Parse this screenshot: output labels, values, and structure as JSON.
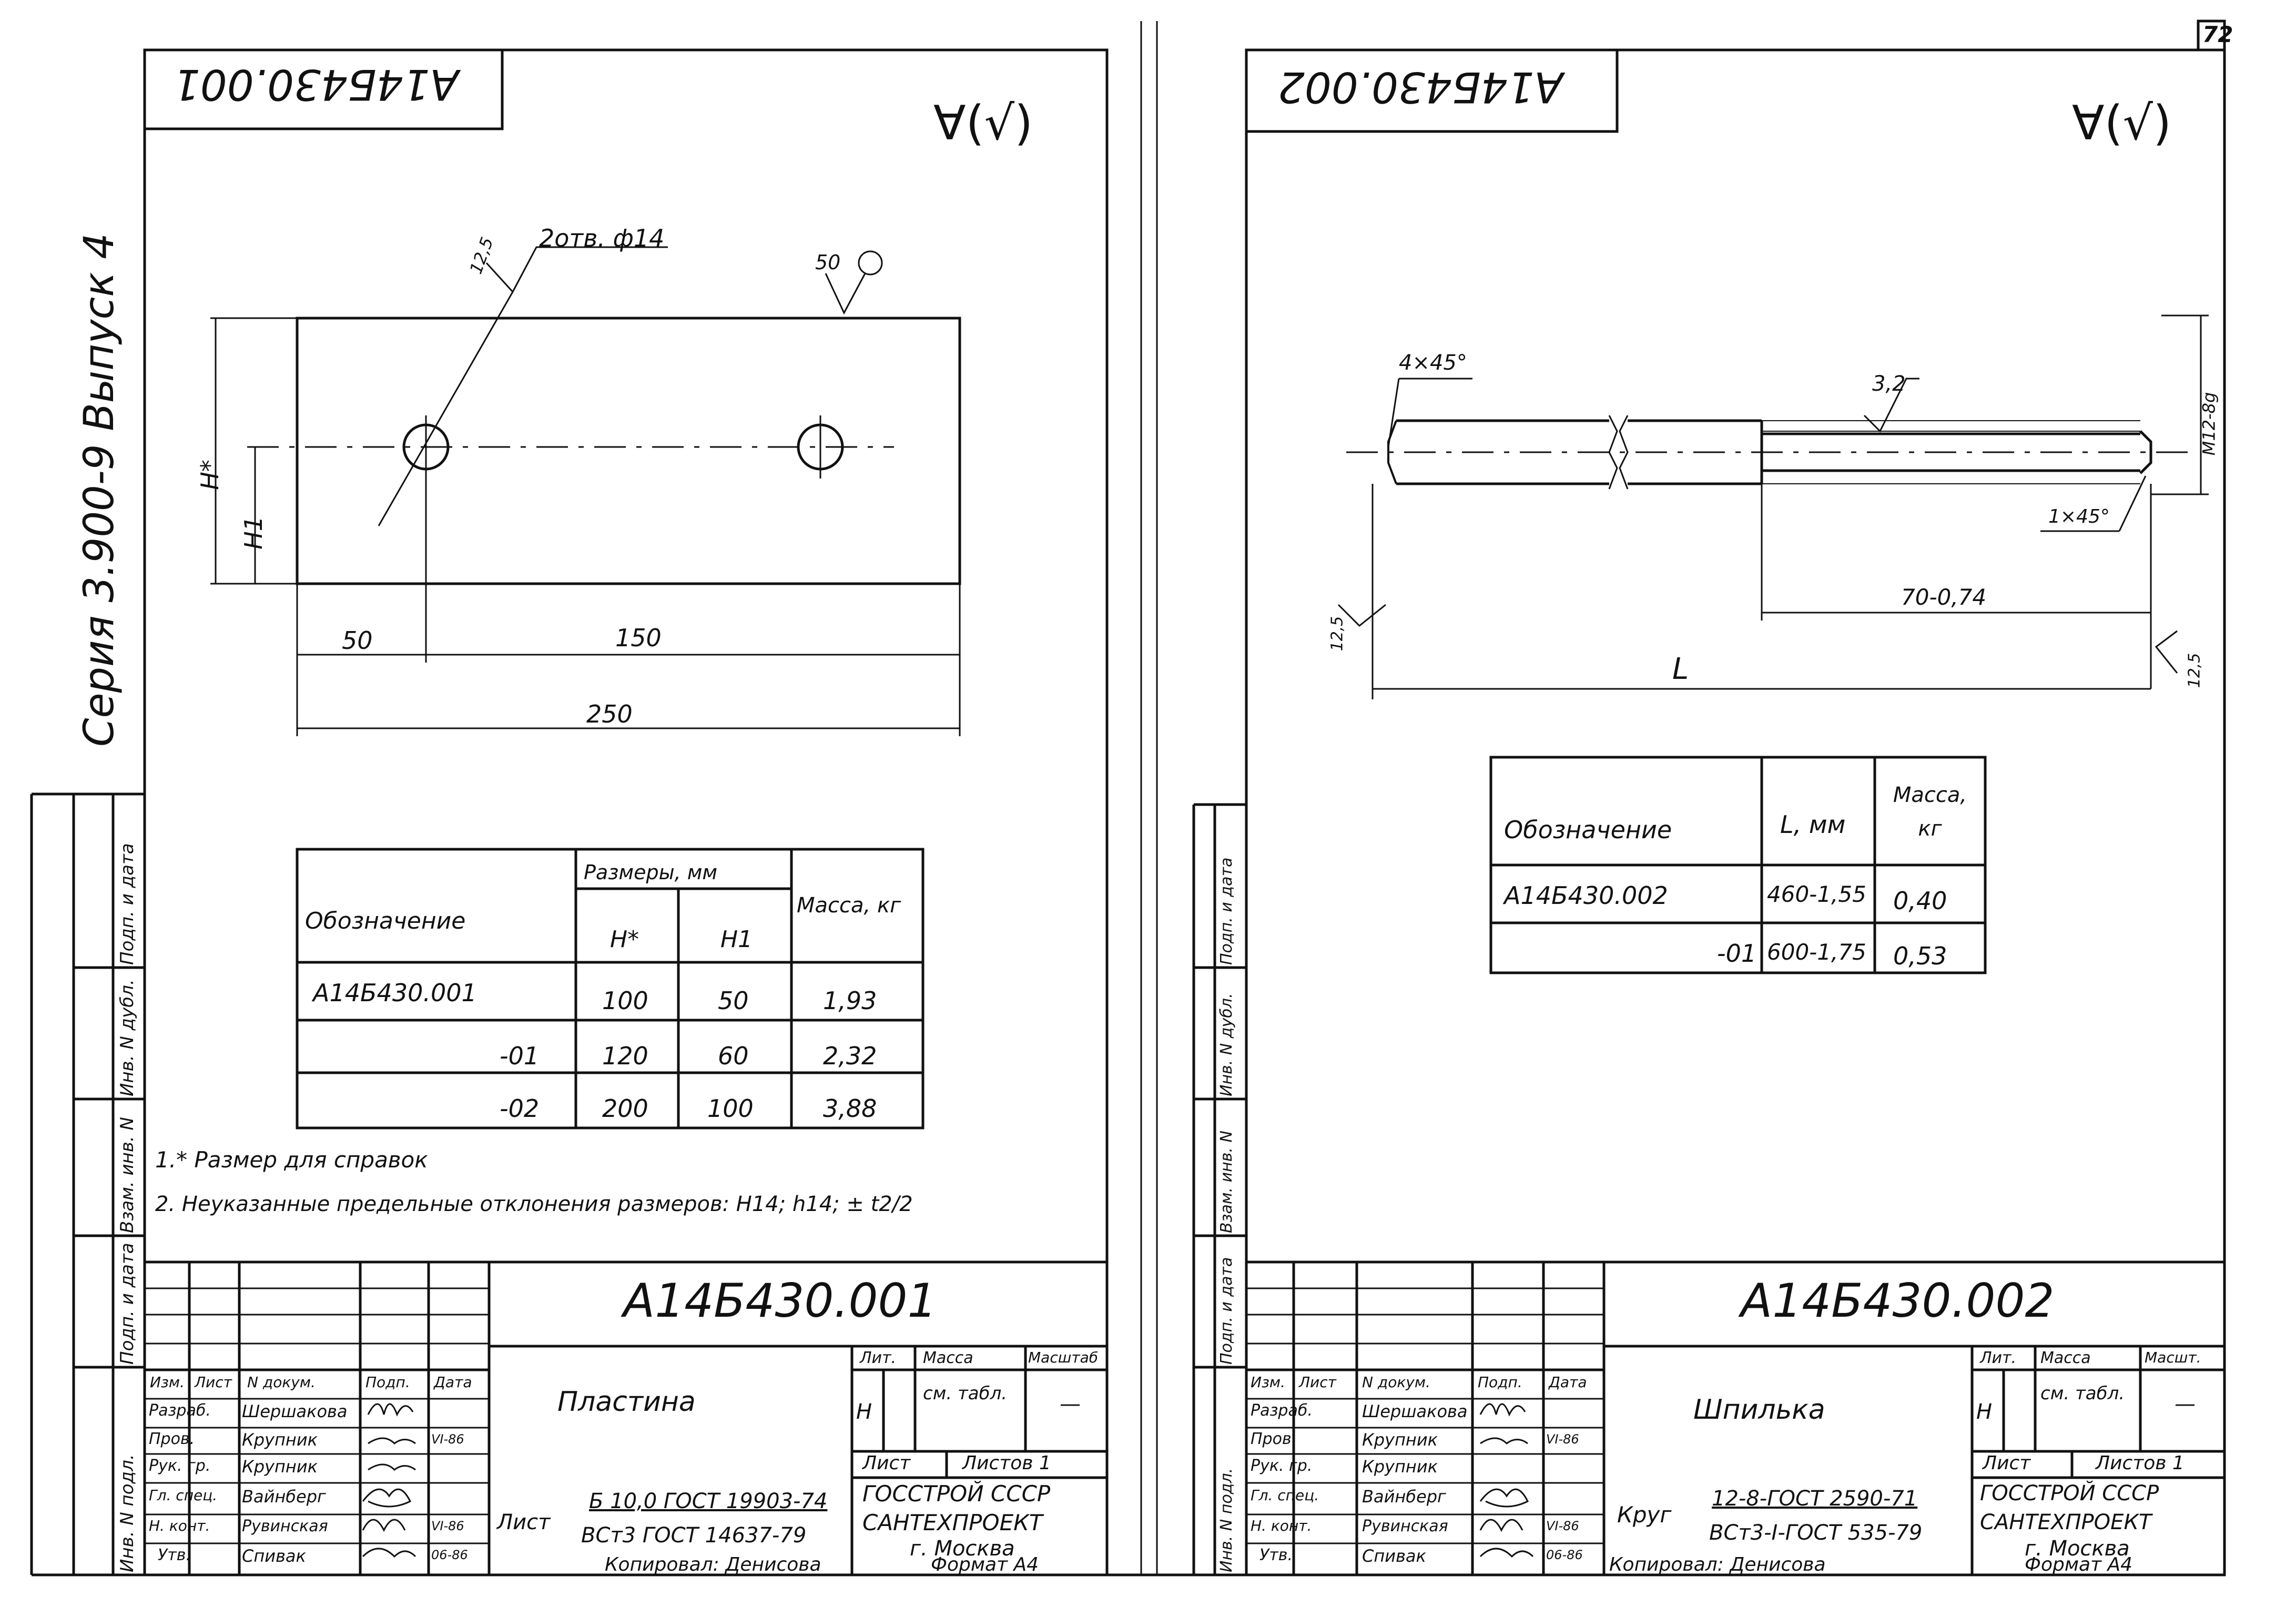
{
  "page_number": "72",
  "series_label": "Серия 3.900-9 Выпуск 4",
  "left_margin_labels": [
    "Инв. N подл.",
    "Подп. и дата",
    "Взам. инв. N",
    "Инв. N дубл.",
    "Подп. и дата"
  ],
  "sheet_left": {
    "title_mirror": "А14Б430.001",
    "roughness_mark": "∀(√)",
    "drawing": {
      "hole_note": "2отв. ф14",
      "roughness_hole": "12,5",
      "roughness_circle": "50",
      "dim_h_star": "H*",
      "dim_h1": "H1",
      "dim_50": "50",
      "dim_150": "150",
      "dim_250": "250"
    },
    "table": {
      "headers": {
        "designation": "Обозначение",
        "sizes": "Размеры, мм",
        "h_star": "H*",
        "h1": "H1",
        "mass": "Масса, кг"
      },
      "rows": [
        {
          "designation": "А14Б430.001",
          "h_star": "100",
          "h1": "50",
          "mass": "1,93"
        },
        {
          "designation": "-01",
          "h_star": "120",
          "h1": "60",
          "mass": "2,32"
        },
        {
          "designation": "-02",
          "h_star": "200",
          "h1": "100",
          "mass": "3,88"
        }
      ]
    },
    "notes": [
      "1.* Размер для справок",
      "2. Неуказанные предельные отклонения размеров: Н14; h14; ± t2/2"
    ],
    "stamp": {
      "code": "А14Б430.001",
      "name": "Пластина",
      "material_1": "Лист",
      "material_2": "Б 10,0 ГОСТ 19903-74",
      "material_3": "ВСт3 ГОСТ 14637-79",
      "lit": "Лит.",
      "massa": "Масса",
      "masshtab": "Масштаб",
      "lit_value": "Н",
      "massa_value": "см. табл.",
      "masshtab_value": "—",
      "list": "Лист",
      "listov": "Листов 1",
      "org_1": "ГОССТРОЙ СССР",
      "org_2": "САНТЕХПРОЕКТ",
      "org_3": "г. Москва",
      "header_cols": [
        "Изм.",
        "Лист",
        "N докум.",
        "Подп.",
        "Дата"
      ],
      "roles": [
        "Разраб.",
        "Пров.",
        "Рук. гр.",
        "Гл. спец.",
        "Н. конт.",
        "Утв."
      ],
      "names": [
        "Шершакова",
        "Крупник",
        "Крупник",
        "Вайнберг",
        "Рувинская",
        "Спивак"
      ],
      "dates": [
        "VI-86",
        "VI-86",
        "06-86"
      ],
      "copied": "Копировал: Денисова",
      "format": "Формат А4"
    }
  },
  "sheet_right": {
    "title_mirror": "А14Б430.002",
    "roughness_mark": "∀(√)",
    "drawing": {
      "chamfer_left": "4×45°",
      "roughness_32": "3,2",
      "thread": "М12-8g",
      "chamfer_right": "1×45°",
      "dim_70": "70-0,74",
      "dim_l": "L",
      "roughness_left": "12,5",
      "roughness_right": "12,5"
    },
    "table": {
      "headers": {
        "designation": "Обозначение",
        "l": "L, мм",
        "mass": "Масса, кг"
      },
      "rows": [
        {
          "designation": "А14Б430.002",
          "l": "460-1,55",
          "mass": "0,40"
        },
        {
          "designation": "-01",
          "l": "600-1,75",
          "mass": "0,53"
        }
      ]
    },
    "stamp": {
      "code": "А14Б430.002",
      "name": "Шпилька",
      "material_1": "Круг",
      "material_2": "12-8-ГОСТ 2590-71",
      "material_3": "ВСт3-I-ГОСТ 535-79",
      "lit": "Лит.",
      "massa": "Масса",
      "masshtab": "Масшт.",
      "lit_value": "Н",
      "massa_value": "см. табл.",
      "masshtab_value": "—",
      "list": "Лист",
      "listov": "Листов 1",
      "org_1": "ГОССТРОЙ СССР",
      "org_2": "САНТЕХПРОЕКТ",
      "org_3": "г. Москва",
      "header_cols": [
        "Изм.",
        "Лист",
        "N докум.",
        "Подп.",
        "Дата"
      ],
      "roles": [
        "Разраб.",
        "Пров.",
        "Рук. гр.",
        "Гл. спец.",
        "Н. конт.",
        "Утв."
      ],
      "names": [
        "Шершакова",
        "Крупник",
        "Крупник",
        "Вайнберг",
        "Рувинская",
        "Спивак"
      ],
      "dates": [
        "VI-86",
        "VI-86",
        "06-86"
      ],
      "copied": "Копировал: Денисова",
      "format": "Формат А4"
    }
  }
}
